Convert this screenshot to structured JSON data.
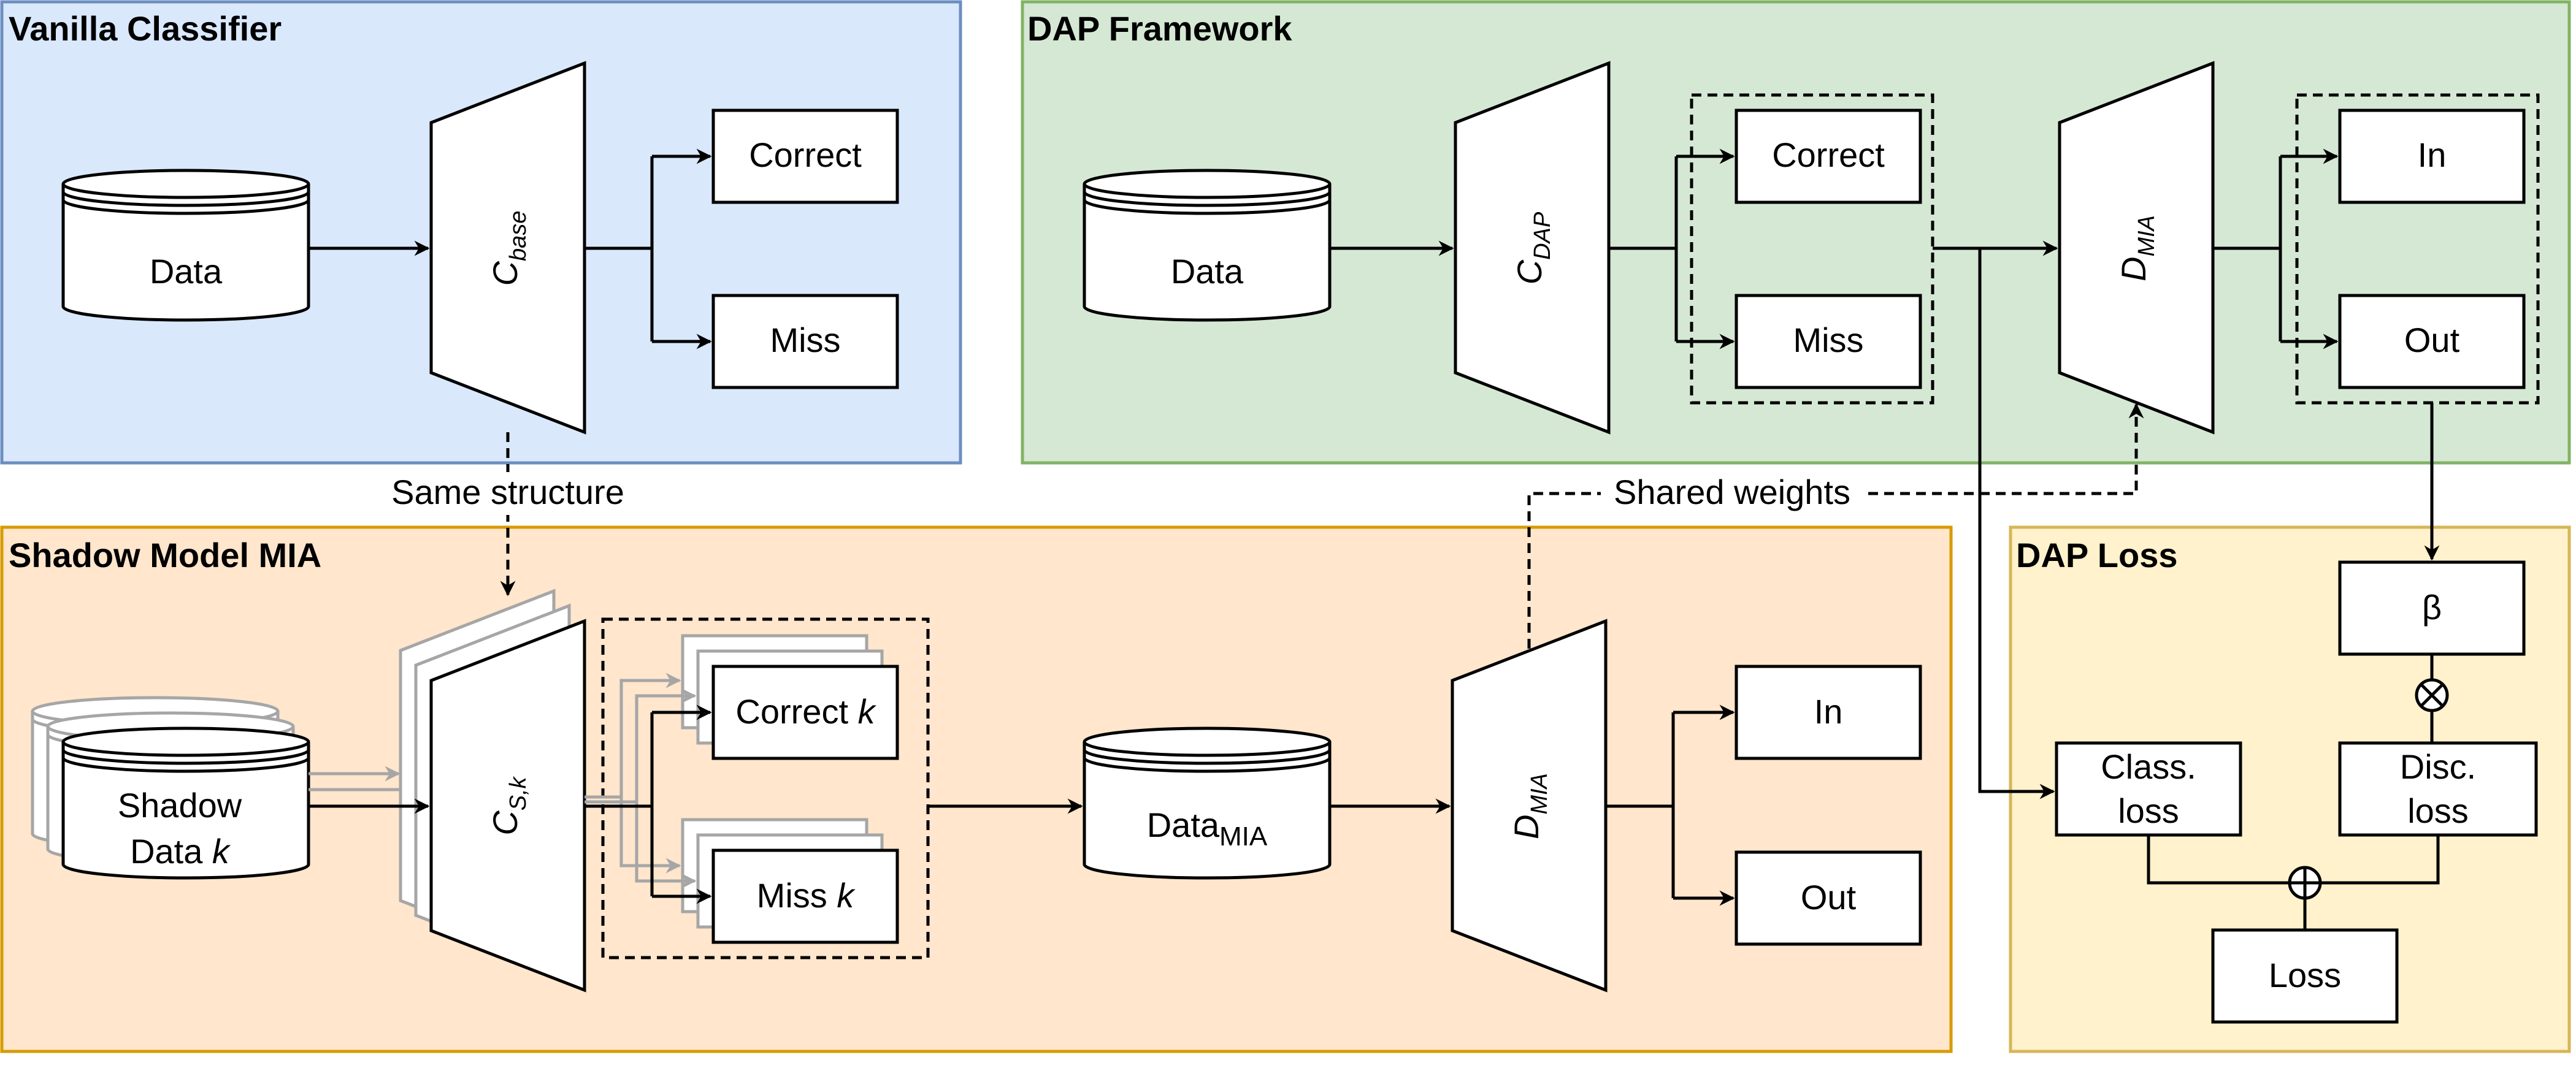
{
  "colors": {
    "vanilla_fill": "#dae8fc",
    "vanilla_stroke": "#6c8ebf",
    "dap_fill": "#d5e8d4",
    "dap_stroke": "#82b366",
    "shadow_fill": "#ffe6cc",
    "shadow_stroke": "#d79b00",
    "loss_fill": "#fff2cc",
    "loss_stroke": "#d6b656"
  },
  "vanilla": {
    "title": "Vanilla Classifier",
    "data": "Data",
    "classifier_main": "C",
    "classifier_sub": "base",
    "correct": "Correct",
    "miss": "Miss"
  },
  "dap": {
    "title": "DAP Framework",
    "data": "Data",
    "classifier_main": "C",
    "classifier_sub": "DAP",
    "correct": "Correct",
    "miss": "Miss",
    "disc_main": "D",
    "disc_sub": "MIA",
    "in": "In",
    "out": "Out"
  },
  "shadow": {
    "title": "Shadow Model MIA",
    "data_line1": "Shadow",
    "data_line2_pre": "Data ",
    "data_line2_var": "k",
    "classifier_main": "C",
    "classifier_sub": "S,k",
    "correct_pre": "Correct ",
    "correct_var": "k",
    "miss_pre": "Miss ",
    "miss_var": "k",
    "data_mia_main": "Data",
    "data_mia_sub": "MIA",
    "disc_main": "D",
    "disc_sub": "MIA",
    "in": "In",
    "out": "Out"
  },
  "loss": {
    "title": "DAP Loss",
    "beta": "β",
    "class_loss_line1": "Class.",
    "class_loss_line2": "loss",
    "disc_loss_line1": "Disc.",
    "disc_loss_line2": "loss",
    "loss": "Loss"
  },
  "annotations": {
    "same_structure": "Same structure",
    "shared_weights": "Shared weights"
  }
}
